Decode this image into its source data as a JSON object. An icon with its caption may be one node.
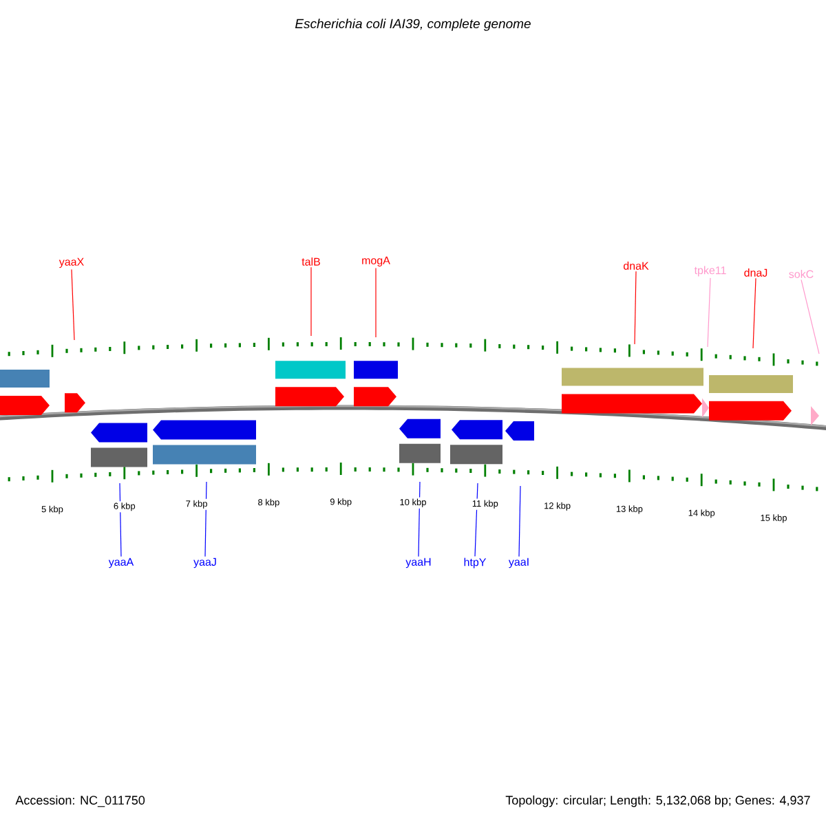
{
  "diagram": {
    "title": "Escherichia coli IAI39, complete genome",
    "nodes": [
      {
        "text": [
          "yaaX"
        ]
      },
      {
        "text": [
          "talB"
        ]
      },
      {
        "text": [
          "mogA"
        ]
      },
      {
        "text": [
          "dnaK"
        ]
      },
      {
        "text": [
          "tpke11"
        ]
      },
      {
        "text": [
          "dnaJ"
        ]
      },
      {
        "text": [
          "sokC"
        ]
      },
      {
        "text": [
          "yaaA"
        ]
      },
      {
        "text": [
          "yaaJ"
        ]
      },
      {
        "text": [
          "yaaH"
        ]
      },
      {
        "text": [
          "htpY"
        ]
      },
      {
        "text": [
          "yaaI"
        ]
      }
    ],
    "edges": [
      {
        "from": 0,
        "to": null,
        "arrow": "none",
        "color": "#ff0000"
      },
      {
        "from": 1,
        "to": null,
        "arrow": "none",
        "color": "#ff0000"
      },
      {
        "from": 2,
        "to": null,
        "arrow": "none",
        "color": "#ff0000"
      },
      {
        "from": 3,
        "to": null,
        "arrow": "none",
        "color": "#ff0000"
      },
      {
        "from": 4,
        "to": null,
        "arrow": "none",
        "color": "#ff99cc"
      },
      {
        "from": 5,
        "to": null,
        "arrow": "none",
        "color": "#ff0000"
      },
      {
        "from": 6,
        "to": null,
        "arrow": "none",
        "color": "#ff99cc"
      },
      {
        "from": 7,
        "to": null,
        "arrow": "none",
        "color": "#0000ff"
      },
      {
        "from": 8,
        "to": null,
        "arrow": "none",
        "color": "#0000ff"
      },
      {
        "from": 9,
        "to": null,
        "arrow": "none",
        "color": "#0000ff"
      },
      {
        "from": 10,
        "to": null,
        "arrow": "none",
        "color": "#0000ff"
      },
      {
        "from": 11,
        "to": null,
        "arrow": "none",
        "color": "#0000ff"
      }
    ],
    "labels": [
      "5 kbp",
      "6 kbp",
      "7 kbp",
      "8 kbp",
      "9 kbp",
      "10 kbp",
      "11 kbp",
      "12 kbp",
      "13 kbp",
      "14 kbp",
      "15 kbp",
      "Accession: NC_011750",
      "Topology: circular; Length: 5,132,068 bp; Genes: 4,937"
    ]
  }
}
